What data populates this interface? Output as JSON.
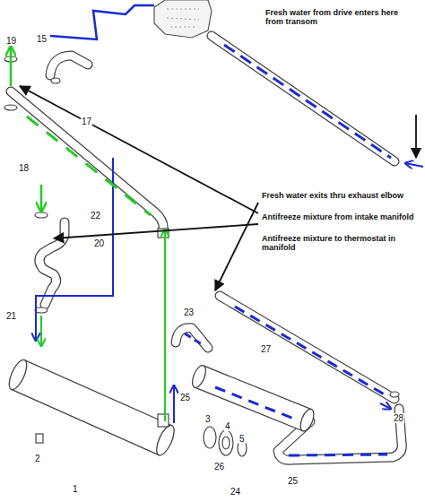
{
  "diagram": {
    "labels": [
      "Fresh water from drive enters here from transom",
      "Fresh water exits thru exhaust elbow",
      "Antifreeze mixture from intake manifold",
      "Antifreeze mixture to thermostat in manifold",
      "15",
      "19",
      "17",
      "18",
      "22",
      "20",
      "21",
      "2",
      "1",
      "3",
      "4",
      "5",
      "23",
      "25",
      "26",
      "27",
      "28",
      "24",
      "25"
    ]
  }
}
